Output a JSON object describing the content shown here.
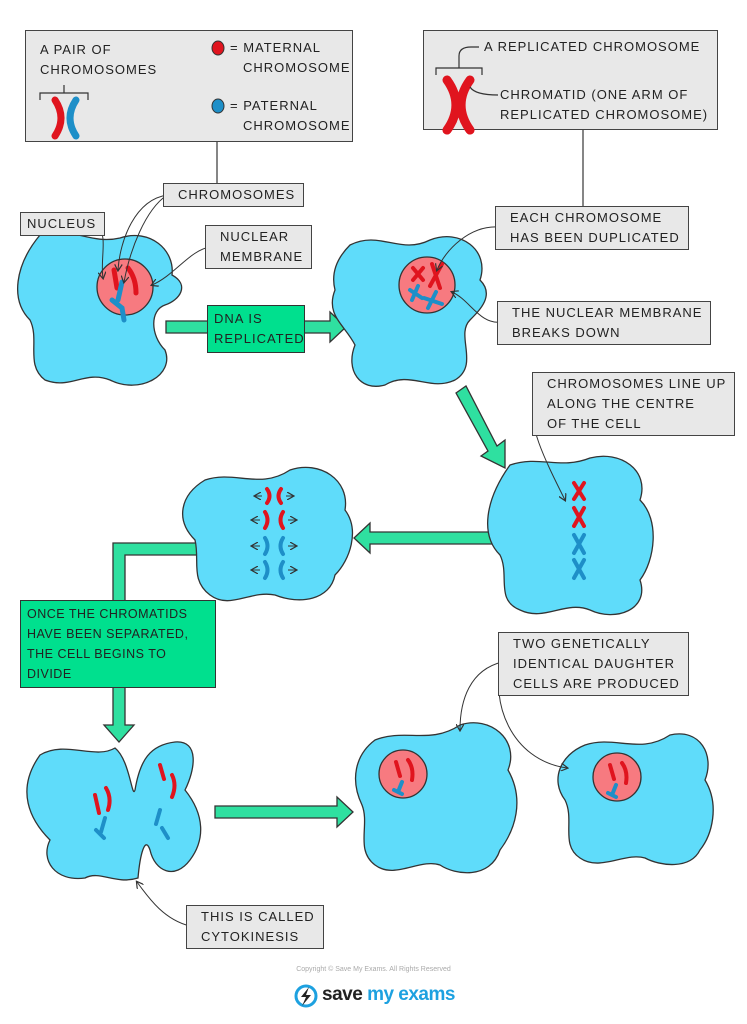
{
  "key_box": {
    "pair_label": [
      "A PAIR OF",
      "CHROMOSOMES"
    ],
    "maternal_label": [
      "= MATERNAL",
      "CHROMOSOME"
    ],
    "paternal_label": [
      "= PATERNAL",
      "CHROMOSOME"
    ]
  },
  "replicated_box": {
    "title": "A REPLICATED CHROMOSOME",
    "chromatid_label": [
      "CHROMATID  (ONE ARM OF",
      "REPLICATED  CHROMOSOME)"
    ]
  },
  "labels": {
    "chromosomes": "CHROMOSOMES",
    "nucleus": "NUCLEUS",
    "nuclear_membrane": [
      "NUCLEAR",
      "MEMBRANE"
    ],
    "duplicated": [
      "EACH  CHROMOSOME",
      "HAS  BEEN  DUPLICATED"
    ],
    "membrane_breaks": [
      "THE  NUCLEAR  MEMBRANE",
      "BREAKS  DOWN"
    ],
    "line_up": [
      "CHROMOSOMES  LINE  UP",
      "ALONG  THE  CENTRE",
      "OF  THE  CELL"
    ],
    "daughter_cells": [
      "TWO  GENETICALLY",
      "IDENTICAL  DAUGHTER",
      "CELLS  ARE  PRODUCED"
    ],
    "cytokinesis": [
      "THIS IS CALLED",
      "CYTOKINESIS"
    ]
  },
  "steps": {
    "dna_replicated": [
      "DNA  IS",
      "REPLICATED"
    ],
    "chromatids_separated": [
      "ONCE THE CHROMATIDS",
      "HAVE BEEN SEPARATED,",
      "THE CELL BEGINS TO",
      "DIVIDE"
    ]
  },
  "footer": {
    "copyright": "Copyright © Save My Exams. All Rights Reserved",
    "logo_save": "save",
    "logo_myexams": "my exams"
  },
  "colors": {
    "cell": "#5fdcfa",
    "nucleus": "#f77a80",
    "maternal": "#e0141e",
    "paternal": "#1e8fc8",
    "arrow": "#2fe0a0",
    "label_bg": "#e8e8e8"
  }
}
